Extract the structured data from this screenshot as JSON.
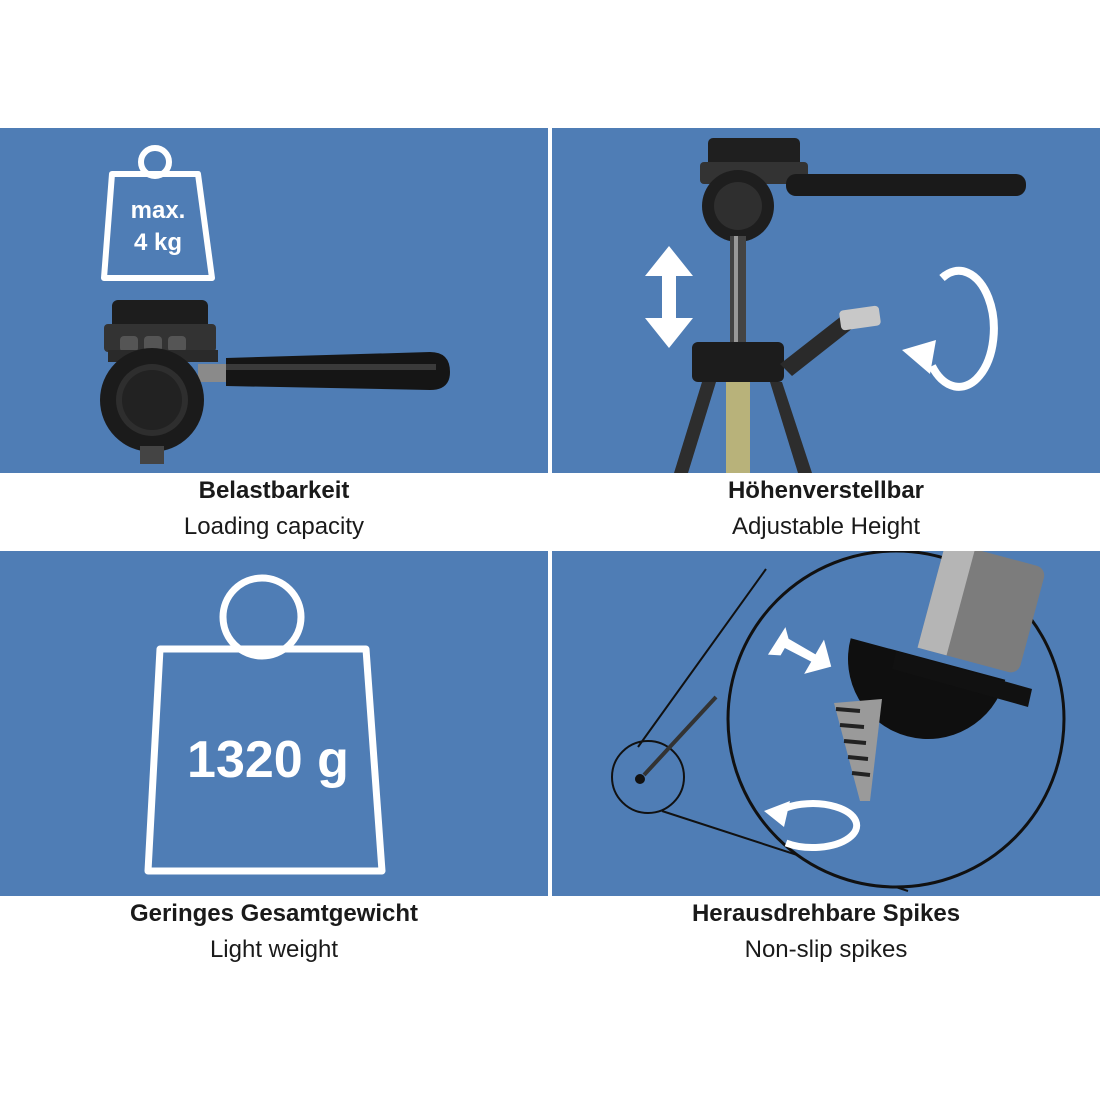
{
  "panels": [
    {
      "title_de": "Belastbarkeit",
      "title_en": "Loading capacity",
      "weight_line1": "max.",
      "weight_line2": "4 kg"
    },
    {
      "title_de": "Höhenverstellbar",
      "title_en": "Adjustable Height"
    },
    {
      "title_de": "Geringes Gesamtgewicht",
      "title_en": "Light weight",
      "weight_label": "1320 g"
    },
    {
      "title_de": "Herausdrehbare Spikes",
      "title_en": "Non-slip spikes"
    }
  ],
  "colors": {
    "panel_bg": "#4f7db5",
    "outline": "#ffffff",
    "text": "#1a1a1a"
  },
  "icons": [
    "weight-icon",
    "tripod-head-icon",
    "height-arrow-icon",
    "rotate-arrow-icon",
    "spike-screw-icon"
  ]
}
